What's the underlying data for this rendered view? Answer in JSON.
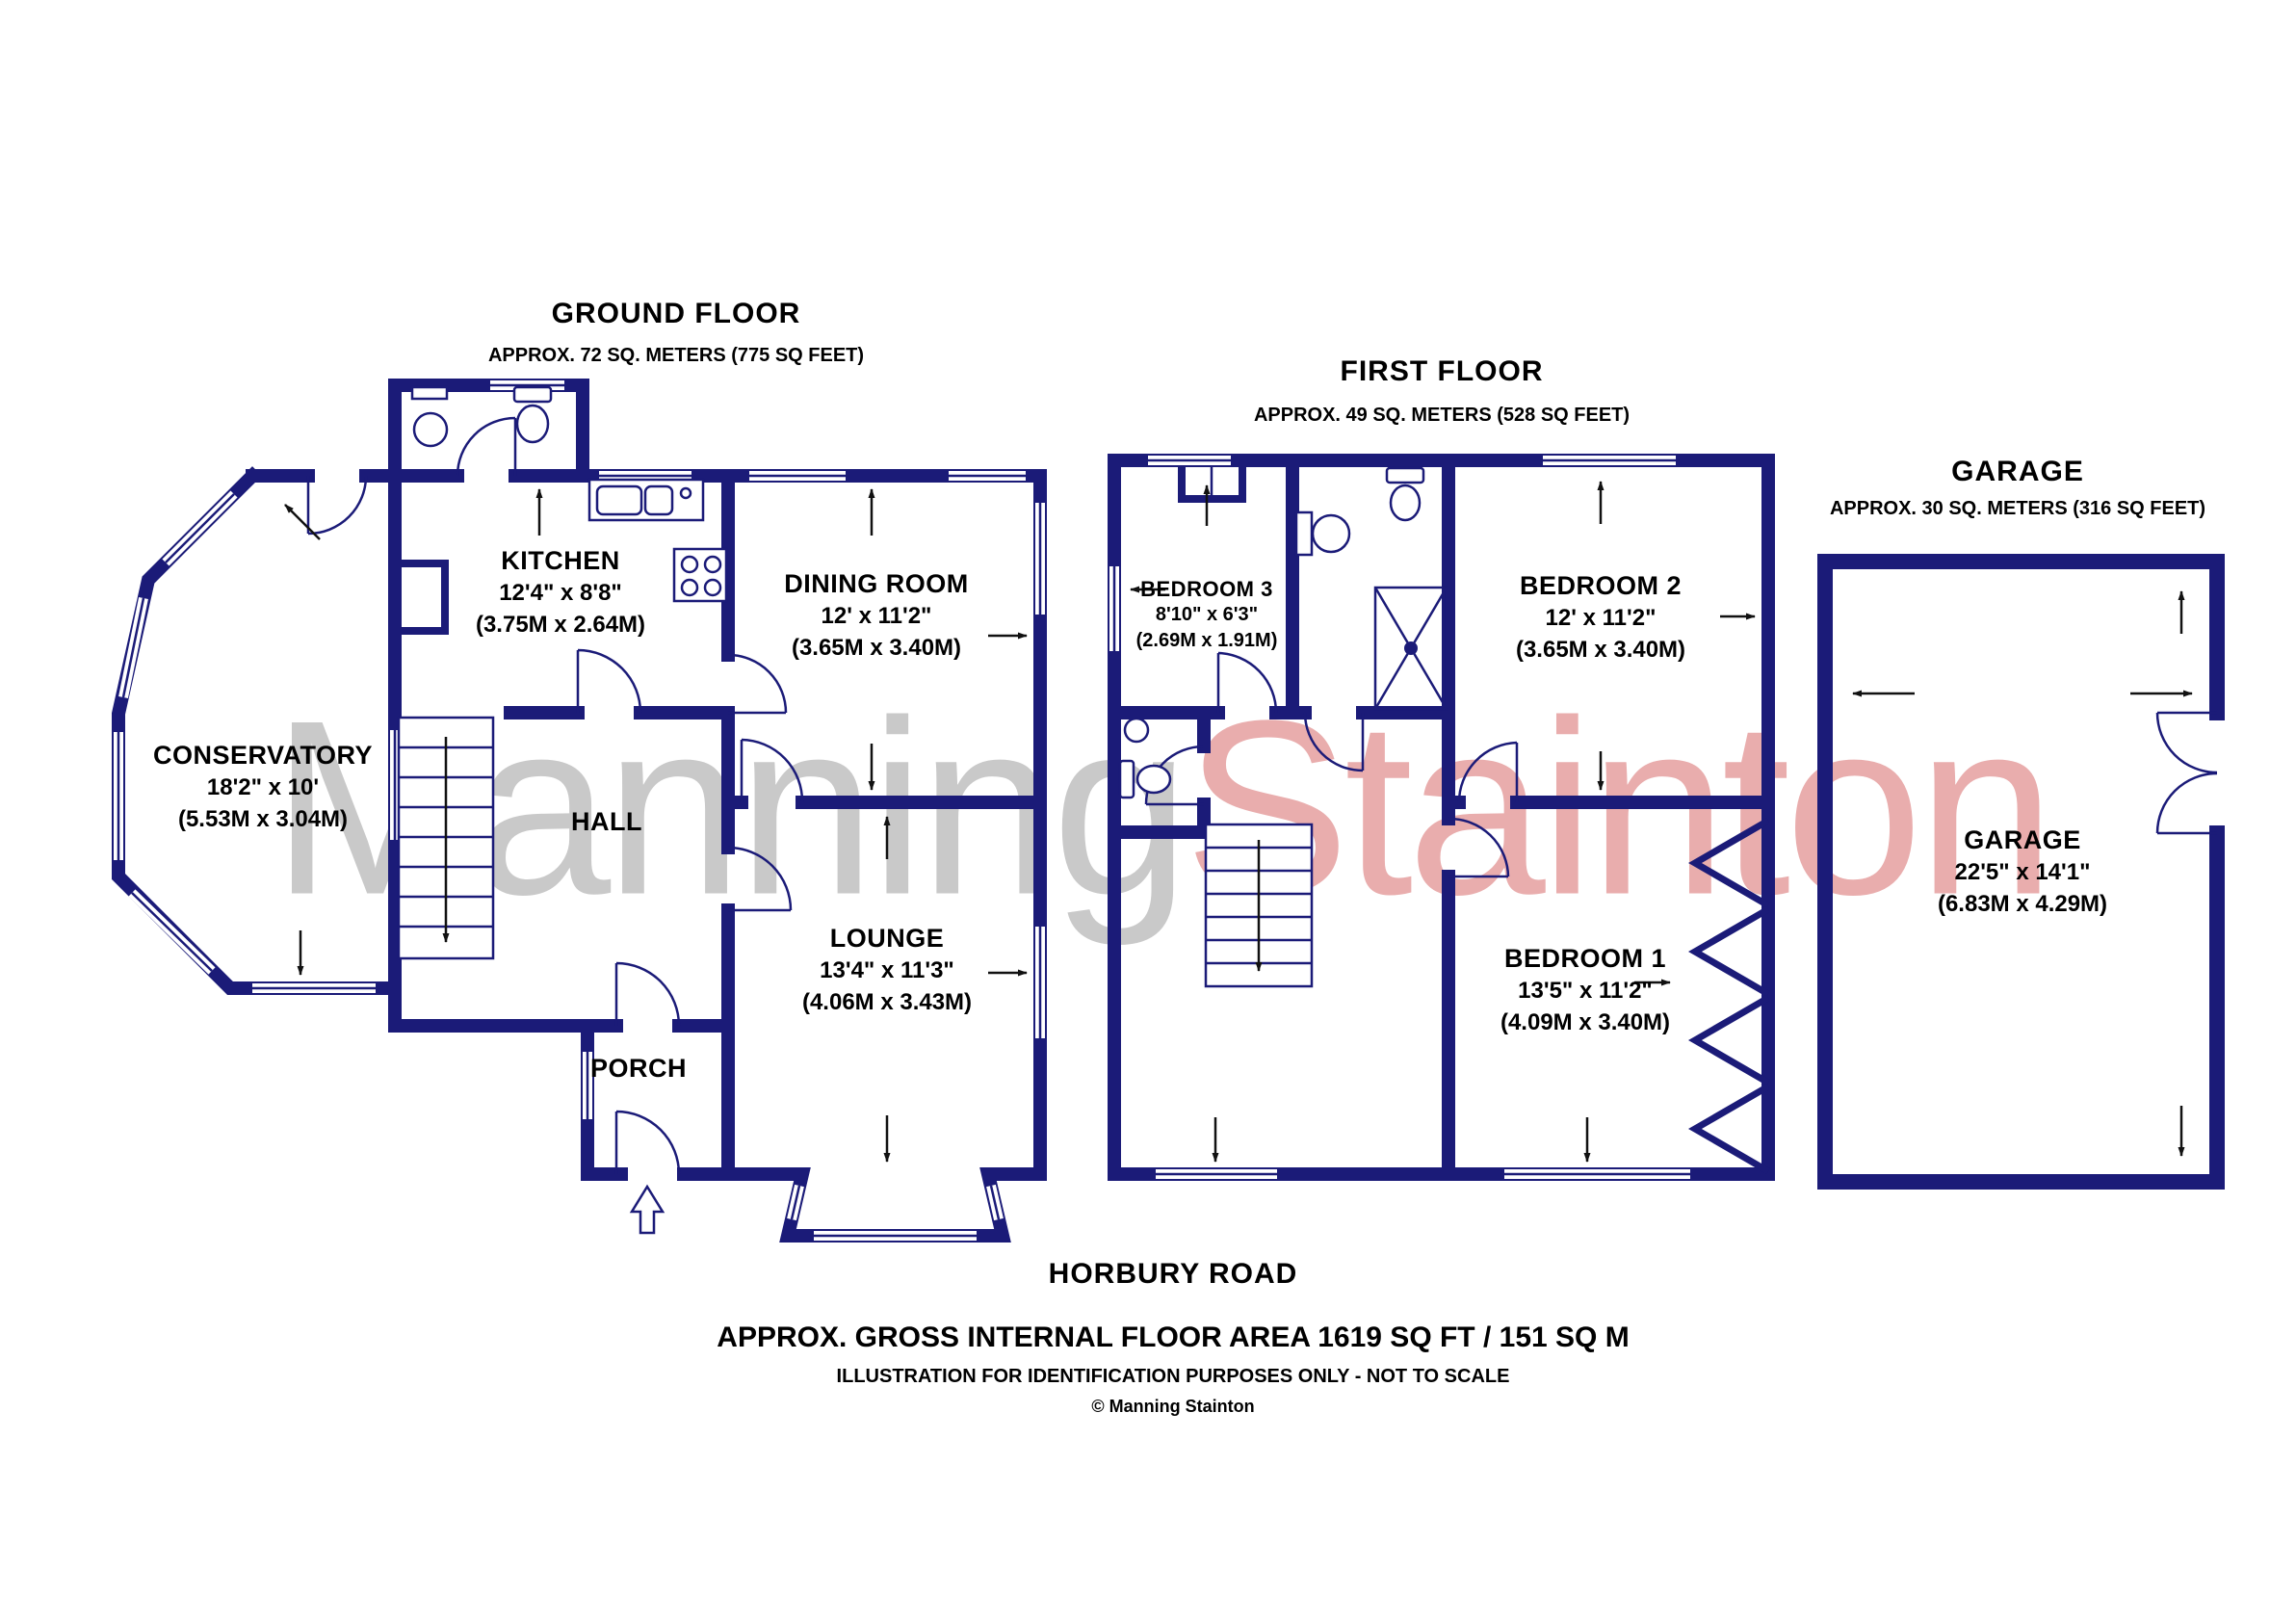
{
  "watermark": {
    "part1": "Manning",
    "part2": "Stainton"
  },
  "colors": {
    "wall": "#1b1b78",
    "watermark_gray": "#c9c9c9",
    "watermark_pink": "#e9adad",
    "dimension_arrow": "#111111"
  },
  "floors": {
    "ground": {
      "title": "GROUND FLOOR",
      "subtitle": "APPROX. 72 SQ. METERS (775 SQ FEET)"
    },
    "first": {
      "title": "FIRST FLOOR",
      "subtitle": "APPROX. 49 SQ. METERS (528 SQ FEET)"
    },
    "garage": {
      "title": "GARAGE",
      "subtitle": "APPROX. 30 SQ. METERS (316 SQ FEET)"
    }
  },
  "rooms": {
    "kitchen": {
      "name": "KITCHEN",
      "size_imperial": "12'4\" x 8'8\"",
      "size_metric": "(3.75M x 2.64M)"
    },
    "dining": {
      "name": "DINING ROOM",
      "size_imperial": "12' x 11'2\"",
      "size_metric": "(3.65M x 3.40M)"
    },
    "conservatory": {
      "name": "CONSERVATORY",
      "size_imperial": "18'2\" x 10'",
      "size_metric": "(5.53M x 3.04M)"
    },
    "hall": {
      "name": "HALL"
    },
    "lounge": {
      "name": "LOUNGE",
      "size_imperial": "13'4\" x 11'3\"",
      "size_metric": "(4.06M x 3.43M)"
    },
    "porch": {
      "name": "PORCH"
    },
    "bedroom3": {
      "name": "BEDROOM 3",
      "size_imperial": "8'10\" x 6'3\"",
      "size_metric": "(2.69M x 1.91M)"
    },
    "bedroom2": {
      "name": "BEDROOM 2",
      "size_imperial": "12' x 11'2\"",
      "size_metric": "(3.65M x 3.40M)"
    },
    "bedroom1": {
      "name": "BEDROOM 1",
      "size_imperial": "13'5\" x 11'2\"",
      "size_metric": "(4.09M x 3.40M)"
    },
    "garage": {
      "name": "GARAGE",
      "size_imperial": "22'5\" x 14'1\"",
      "size_metric": "(6.83M x 4.29M)"
    }
  },
  "footer": {
    "street": "HORBURY ROAD",
    "gross_area": "APPROX. GROSS INTERNAL FLOOR AREA 1619 SQ FT / 151 SQ M",
    "disclaimer": "ILLUSTRATION FOR IDENTIFICATION PURPOSES ONLY - NOT TO SCALE",
    "copyright": "© Manning Stainton"
  }
}
